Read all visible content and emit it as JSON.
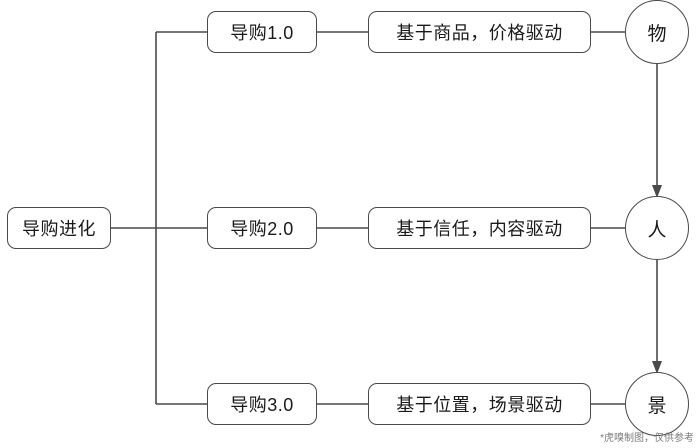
{
  "diagram": {
    "root": {
      "label": "导购进化"
    },
    "stages": [
      {
        "label": "导购1.0",
        "description": "基于商品，价格驱动",
        "outcome": "物"
      },
      {
        "label": "导购2.0",
        "description": "基于信任，内容驱动",
        "outcome": "人"
      },
      {
        "label": "导购3.0",
        "description": "基于位置，场景驱动",
        "outcome": "景"
      }
    ],
    "footnote": "*虎嗅制图，仅供参考",
    "colors": {
      "stroke": "#4a4a4a",
      "text": "#1a1a1a",
      "background": "#ffffff",
      "footnote": "#7a7a7a"
    }
  }
}
